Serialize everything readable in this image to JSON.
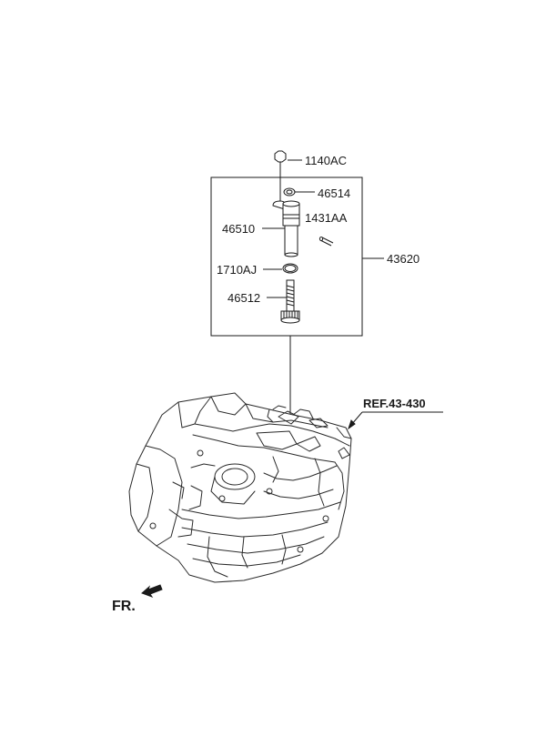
{
  "labels": {
    "bolt": "1140AC",
    "oring_small": "46514",
    "sensor": "46510",
    "pin": "1431AA",
    "assembly": "43620",
    "oring": "1710AJ",
    "gear": "46512",
    "ref": "REF.43-430",
    "front": "FR."
  },
  "colors": {
    "line": "#1a1a1a",
    "background": "#ffffff"
  }
}
